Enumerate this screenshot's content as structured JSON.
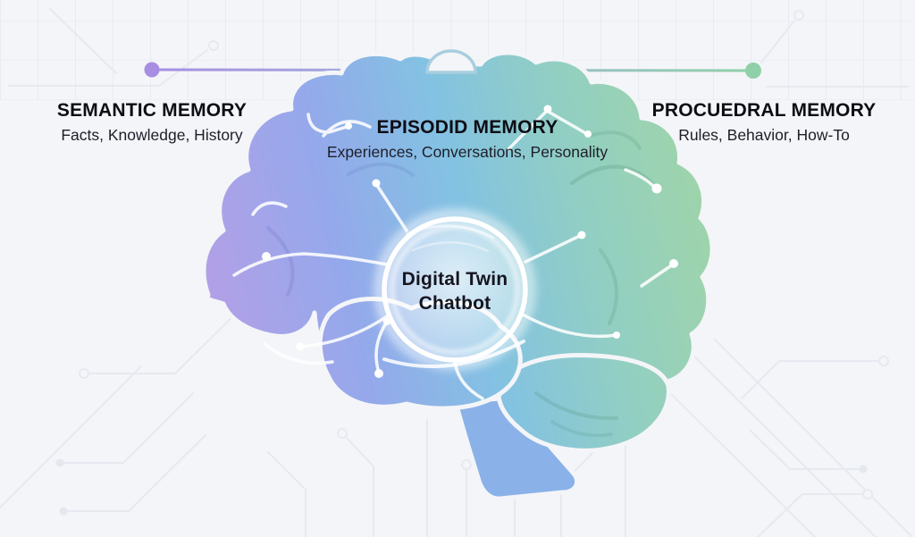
{
  "background_color": "#f4f5f8",
  "connector": {
    "left_dot_color": "#a78ee2",
    "right_dot_color": "#8fd0a8"
  },
  "memory_labels": [
    {
      "id": "semantic",
      "title": "SEMANTIC MEMORY",
      "subtitle": "Facts, Knowledge, History"
    },
    {
      "id": "episodic",
      "title": "EPISODID MEMORY",
      "subtitle": "Experiences, Conversations, Personality"
    },
    {
      "id": "procedural",
      "title": "PROCUEDRAL MEMORY",
      "subtitle": "Rules, Behavior, How-To"
    }
  ],
  "center_circle": {
    "line1": "Digital Twin",
    "line2": "Chatbot"
  },
  "brain_colors": {
    "left": "#b29ce6",
    "mid_blue": "#93aeea",
    "mid_cyan": "#82c3e2",
    "right_teal": "#92cfc2",
    "right_green": "#9ed3ab",
    "stem": "#8ab2e9"
  }
}
